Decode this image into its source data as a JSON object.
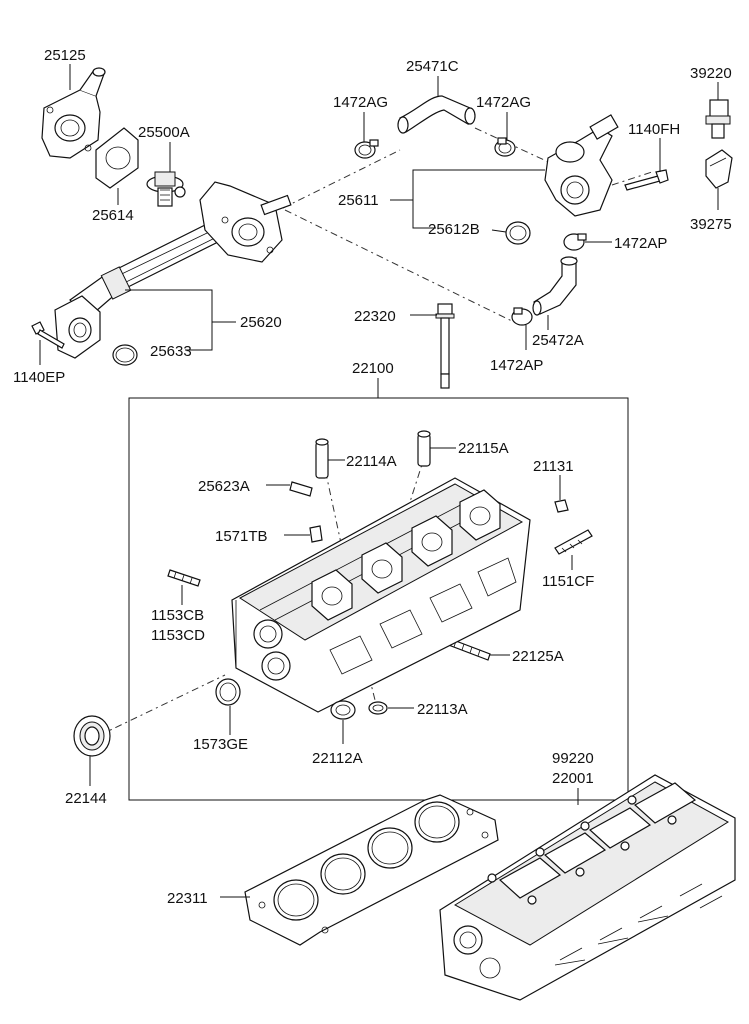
{
  "parts": {
    "p25125": "25125",
    "p25614": "25614",
    "p25500A": "25500A",
    "p25471C": "25471C",
    "p1472AG_left": "1472AG",
    "p1472AG_right": "1472AG",
    "p39220": "39220",
    "p1140FH": "1140FH",
    "p39275": "39275",
    "p25611": "25611",
    "p25612B": "25612B",
    "p1472AP_upper": "1472AP",
    "p25620": "25620",
    "p25633": "25633",
    "p1140EP": "1140EP",
    "p22320": "22320",
    "p25472A": "25472A",
    "p1472AP_lower": "1472AP",
    "p22100": "22100",
    "p22114A": "22114A",
    "p22115A": "22115A",
    "p25623A": "25623A",
    "p21131": "21131",
    "p1571TB": "1571TB",
    "p1151CF": "1151CF",
    "p1153CB": "1153CB",
    "p1153CD": "1153CD",
    "p22125A": "22125A",
    "p22113A": "22113A",
    "p1573GE": "1573GE",
    "p22112A": "22112A",
    "p22144": "22144",
    "p99220": "99220",
    "p22001": "22001",
    "p22311": "22311"
  }
}
